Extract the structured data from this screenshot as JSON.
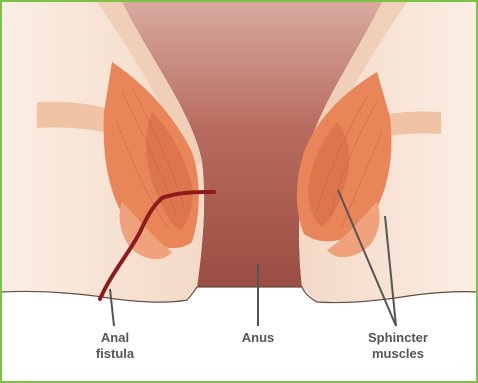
{
  "labels": {
    "fistula": [
      "Anal",
      "fistula"
    ],
    "anus": "Anus",
    "muscles": [
      "Sphincter",
      "muscles"
    ]
  },
  "colors": {
    "border": "#7cc142",
    "skin": "#f7e3d4",
    "canal": "#a65a4e",
    "muscle": "#e8865a",
    "fistula": "#8e1b1b",
    "leader": "#555555"
  }
}
